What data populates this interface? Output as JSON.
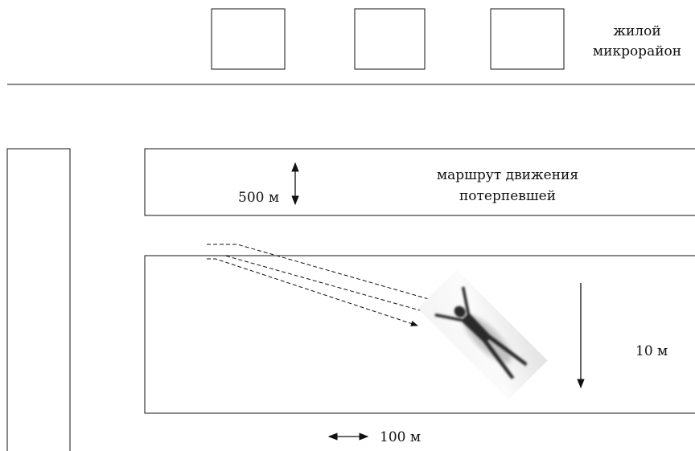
{
  "labels": {
    "district": [
      "жилой",
      "микрорайон"
    ],
    "route": [
      "маршрут движения",
      "потерпевшей"
    ],
    "dist_500": "500 м",
    "dist_10": "10 м",
    "dist_100": "100 м"
  },
  "colors": {
    "stroke": "#111111",
    "background": "#ffffff"
  },
  "icons": [
    "double-arrow-vertical-icon",
    "down-arrow-icon",
    "double-arrow-horizontal-icon",
    "victim-figure-icon"
  ]
}
